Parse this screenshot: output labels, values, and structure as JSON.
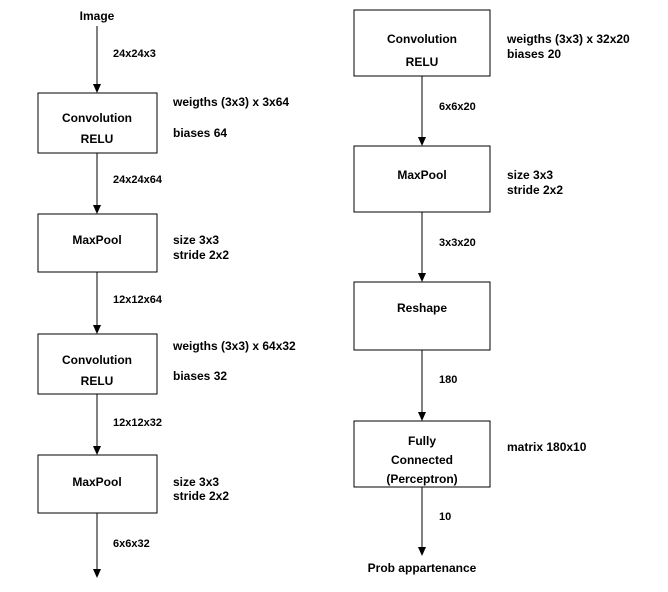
{
  "input_label": "Image",
  "output_label": "Prob appartenance",
  "left_column": {
    "edges": [
      "24x24x3",
      "24x24x64",
      "12x12x64",
      "12x12x32",
      "6x6x32"
    ],
    "blocks": [
      {
        "lines": [
          "Convolution",
          "RELU"
        ],
        "params": [
          "weigths (3x3) x 3x64",
          "biases 64"
        ]
      },
      {
        "lines": [
          "MaxPool"
        ],
        "params": [
          "size 3x3",
          "stride 2x2"
        ]
      },
      {
        "lines": [
          "Convolution",
          "RELU"
        ],
        "params": [
          "weigths (3x3) x 64x32",
          "biases 32"
        ]
      },
      {
        "lines": [
          "MaxPool"
        ],
        "params": [
          "size 3x3",
          "stride 2x2"
        ]
      }
    ]
  },
  "right_column": {
    "edges": [
      "6x6x20",
      "3x3x20",
      "180",
      "10"
    ],
    "blocks": [
      {
        "lines": [
          "Convolution",
          "RELU"
        ],
        "params": [
          "weigths (3x3) x 32x20",
          "biases 20"
        ]
      },
      {
        "lines": [
          "MaxPool"
        ],
        "params": [
          "size 3x3",
          "stride 2x2"
        ]
      },
      {
        "lines": [
          "Reshape"
        ],
        "params": []
      },
      {
        "lines": [
          "Fully",
          "Connected",
          "(Perceptron)"
        ],
        "params": [
          "matrix 180x10"
        ]
      }
    ]
  }
}
